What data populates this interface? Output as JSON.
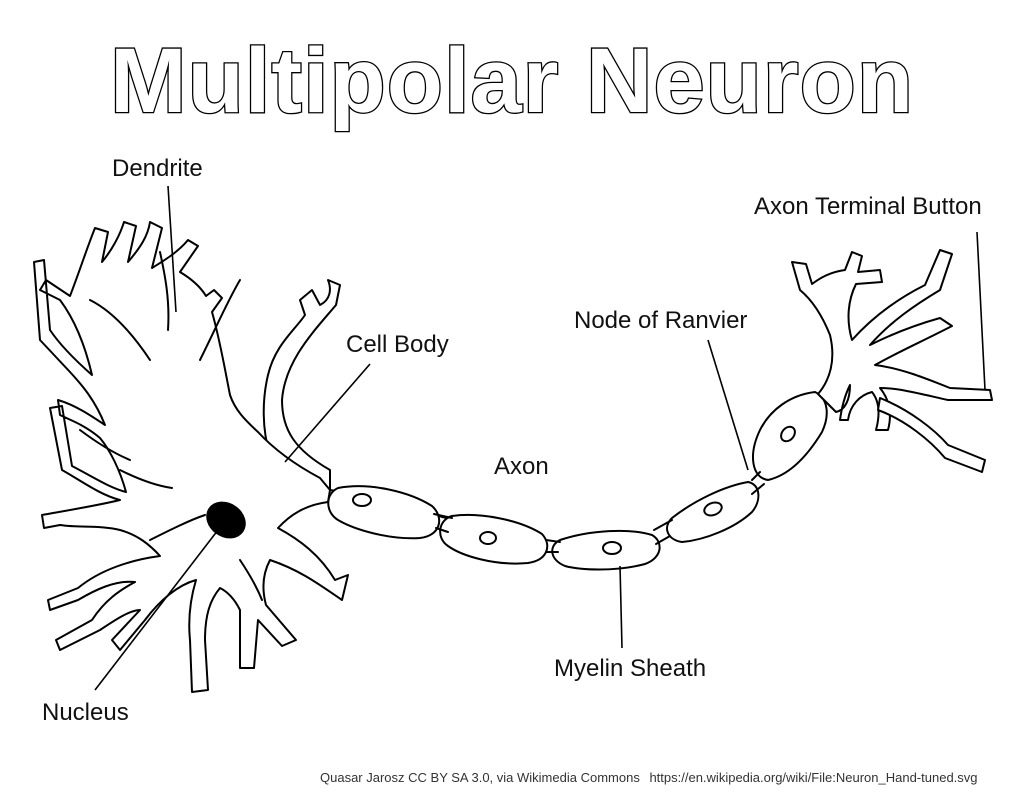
{
  "title": "Multipolar Neuron",
  "labels": {
    "dendrite": "Dendrite",
    "cell_body": "Cell Body",
    "axon": "Axon",
    "node_of_ranvier": "Node of Ranvier",
    "axon_terminal_button": "Axon Terminal Button",
    "myelin_sheath": "Myelin Sheath",
    "nucleus": "Nucleus"
  },
  "credit": {
    "attribution": "Quasar Jarosz CC BY SA 3.0, via Wikimedia Commons",
    "url": "https://en.wikipedia.org/wiki/File:Neuron_Hand-tuned.svg"
  }
}
